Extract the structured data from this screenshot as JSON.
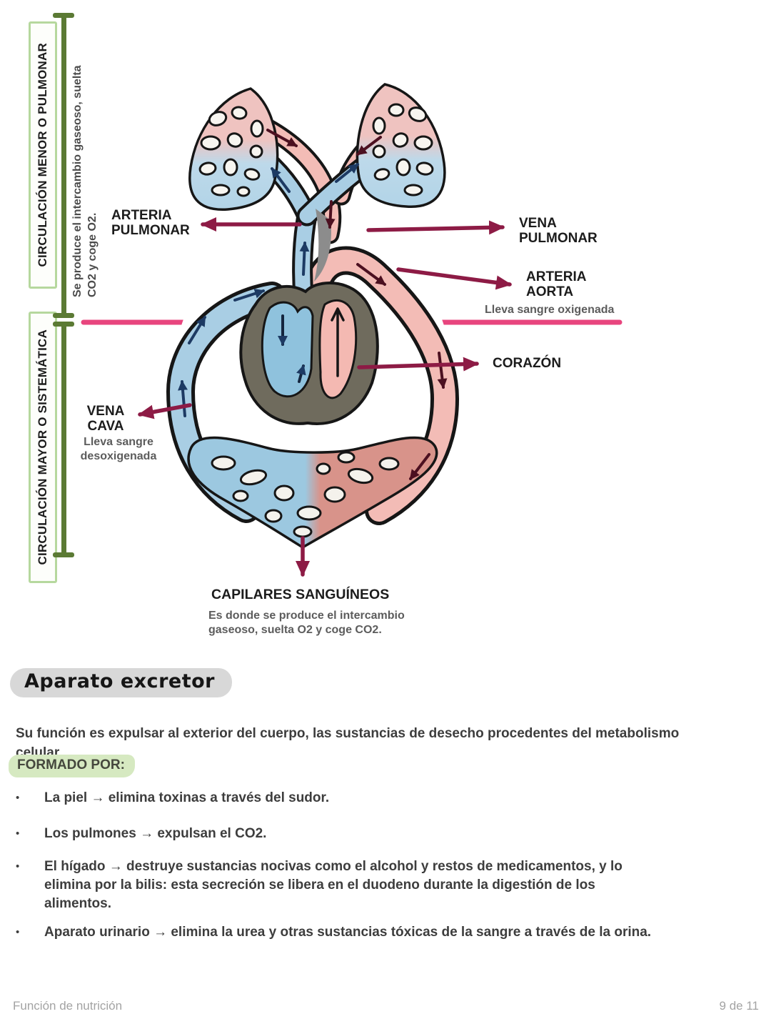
{
  "colors": {
    "annotation_arrow": "#8d1b45",
    "divider_pink": "#e8457e",
    "bracket_green": "#5b7a34",
    "box_border_green": "#b6d89e",
    "highlight_green": "#d6e9c1",
    "title_pill_gray": "#d8d8d8"
  },
  "diagram": {
    "side_sections": [
      {
        "label": "CIRCULACIÓN MENOR O PULMONAR",
        "note": "Se produce el intercambio gaseoso, suelta CO2 y coge O2."
      },
      {
        "label": "CIRCULACIÓN MAYOR O SISTEMÁTICA"
      }
    ],
    "labels": {
      "arteria_pulmonar": "ARTERIA PULMONAR",
      "vena_pulmonar": "VENA PULMONAR",
      "arteria_aorta": "ARTERIA AORTA",
      "arteria_aorta_note": "Lleva sangre oxigenada",
      "corazon": "CORAZÓN",
      "vena_cava": "VENA CAVA",
      "vena_cava_note": "Lleva sangre desoxigenada",
      "capilares": "CAPILARES SANGUÍNEOS",
      "capilares_note": "Es donde se produce el intercambio gaseoso, suelta O2 y coge CO2."
    }
  },
  "excretor": {
    "title": "Aparato excretor",
    "intro": "Su función es expulsar al exterior del cuerpo, las sustancias de desecho procedentes del metabolismo celular.",
    "subheading": "FORMADO POR:",
    "bullet_char": "•",
    "bullets": [
      "La piel → elimina toxinas a través del sudor.",
      "Los pulmones → expulsan el CO2.",
      "El hígado → destruye sustancias nocivas como el alcohol y restos de medicamentos, y lo elimina por la bilis: esta secreción se libera en el duodeno durante la digestión de los alimentos.",
      "Aparato urinario → elimina la urea y otras sustancias tóxicas de la sangre a través de la orina."
    ]
  },
  "footer": {
    "left": "Función de nutrición",
    "right": "9 de 11"
  }
}
